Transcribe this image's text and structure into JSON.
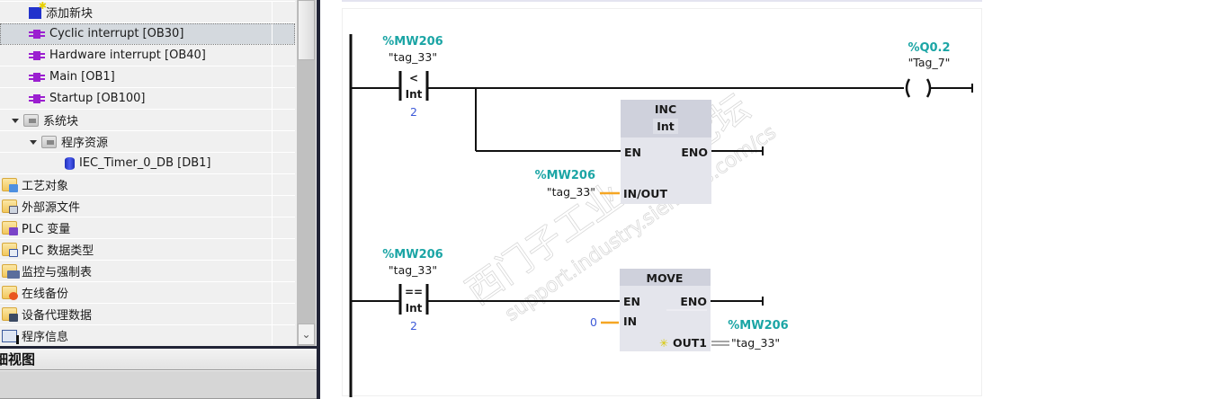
{
  "project_tree": {
    "items": [
      {
        "label": "添加新块",
        "icon": "add-new-block-icon",
        "indent": 2,
        "expander": false
      },
      {
        "label": "Cyclic interrupt [OB30]",
        "icon": "organization-block-icon",
        "indent": 2,
        "selected": true
      },
      {
        "label": "Hardware interrupt [OB40]",
        "icon": "organization-block-icon",
        "indent": 2
      },
      {
        "label": "Main [OB1]",
        "icon": "organization-block-icon",
        "indent": 2
      },
      {
        "label": "Startup [OB100]",
        "icon": "organization-block-icon",
        "indent": 2
      },
      {
        "label": "系统块",
        "icon": "system-folder-icon",
        "indent": 1,
        "expander": true
      },
      {
        "label": "程序资源",
        "icon": "system-folder-icon",
        "indent": 2,
        "expander": true
      },
      {
        "label": "IEC_Timer_0_DB [DB1]",
        "icon": "data-block-icon",
        "indent": 4
      },
      {
        "label": "工艺对象",
        "icon": "technology-objects-folder-icon",
        "indent": 0
      },
      {
        "label": "外部源文件",
        "icon": "external-source-folder-icon",
        "indent": 0
      },
      {
        "label": "PLC 变量",
        "icon": "plc-tags-folder-icon",
        "indent": 0
      },
      {
        "label": "PLC 数据类型",
        "icon": "plc-data-types-folder-icon",
        "indent": 0
      },
      {
        "label": "监控与强制表",
        "icon": "watch-force-tables-icon",
        "indent": 0
      },
      {
        "label": "在线备份",
        "icon": "online-backup-folder-icon",
        "indent": 0
      },
      {
        "label": "设备代理数据",
        "icon": "device-proxy-data-icon",
        "indent": 0
      },
      {
        "label": "程序信息",
        "icon": "program-info-icon",
        "indent": 0
      }
    ],
    "scroll_down_glyph": "⌄"
  },
  "details_view": {
    "title": "细视图"
  },
  "ladder": {
    "network1": {
      "compare": {
        "operator": "<",
        "type": "Int",
        "address": "%MW206",
        "symbol": "\"tag_33\"",
        "value": "2"
      },
      "coil": {
        "address": "%Q0.2",
        "symbol": "\"Tag_7\"",
        "glyph": "(   )"
      },
      "inc_block": {
        "name": "INC",
        "type": "Int",
        "pin_en": "EN",
        "pin_eno": "ENO",
        "pin_inout": "IN/OUT",
        "inout_address": "%MW206",
        "inout_symbol": "\"tag_33\""
      }
    },
    "network2": {
      "compare": {
        "operator": "==",
        "type": "Int",
        "address": "%MW206",
        "symbol": "\"tag_33\"",
        "value": "2"
      },
      "move_block": {
        "name": "MOVE",
        "pin_en": "EN",
        "pin_eno": "ENO",
        "pin_in": "IN",
        "pin_out": "OUT1",
        "in_value": "0",
        "out_address": "%MW206",
        "out_symbol": "\"tag_33\"",
        "out_marker": "✳"
      }
    }
  },
  "watermark": {
    "line1": "西门子工业 技术论坛",
    "line2": "support.industry.siemens.com/cs"
  },
  "colors": {
    "address_teal": "#1ba5a5",
    "constant_blue": "#3d5ad8",
    "wire_orange": "#f5a623",
    "block_body": "#e4e5ec",
    "block_header": "#cfd1dc",
    "ob_purple": "#9b1fd0",
    "selection": "#d4d9de"
  }
}
